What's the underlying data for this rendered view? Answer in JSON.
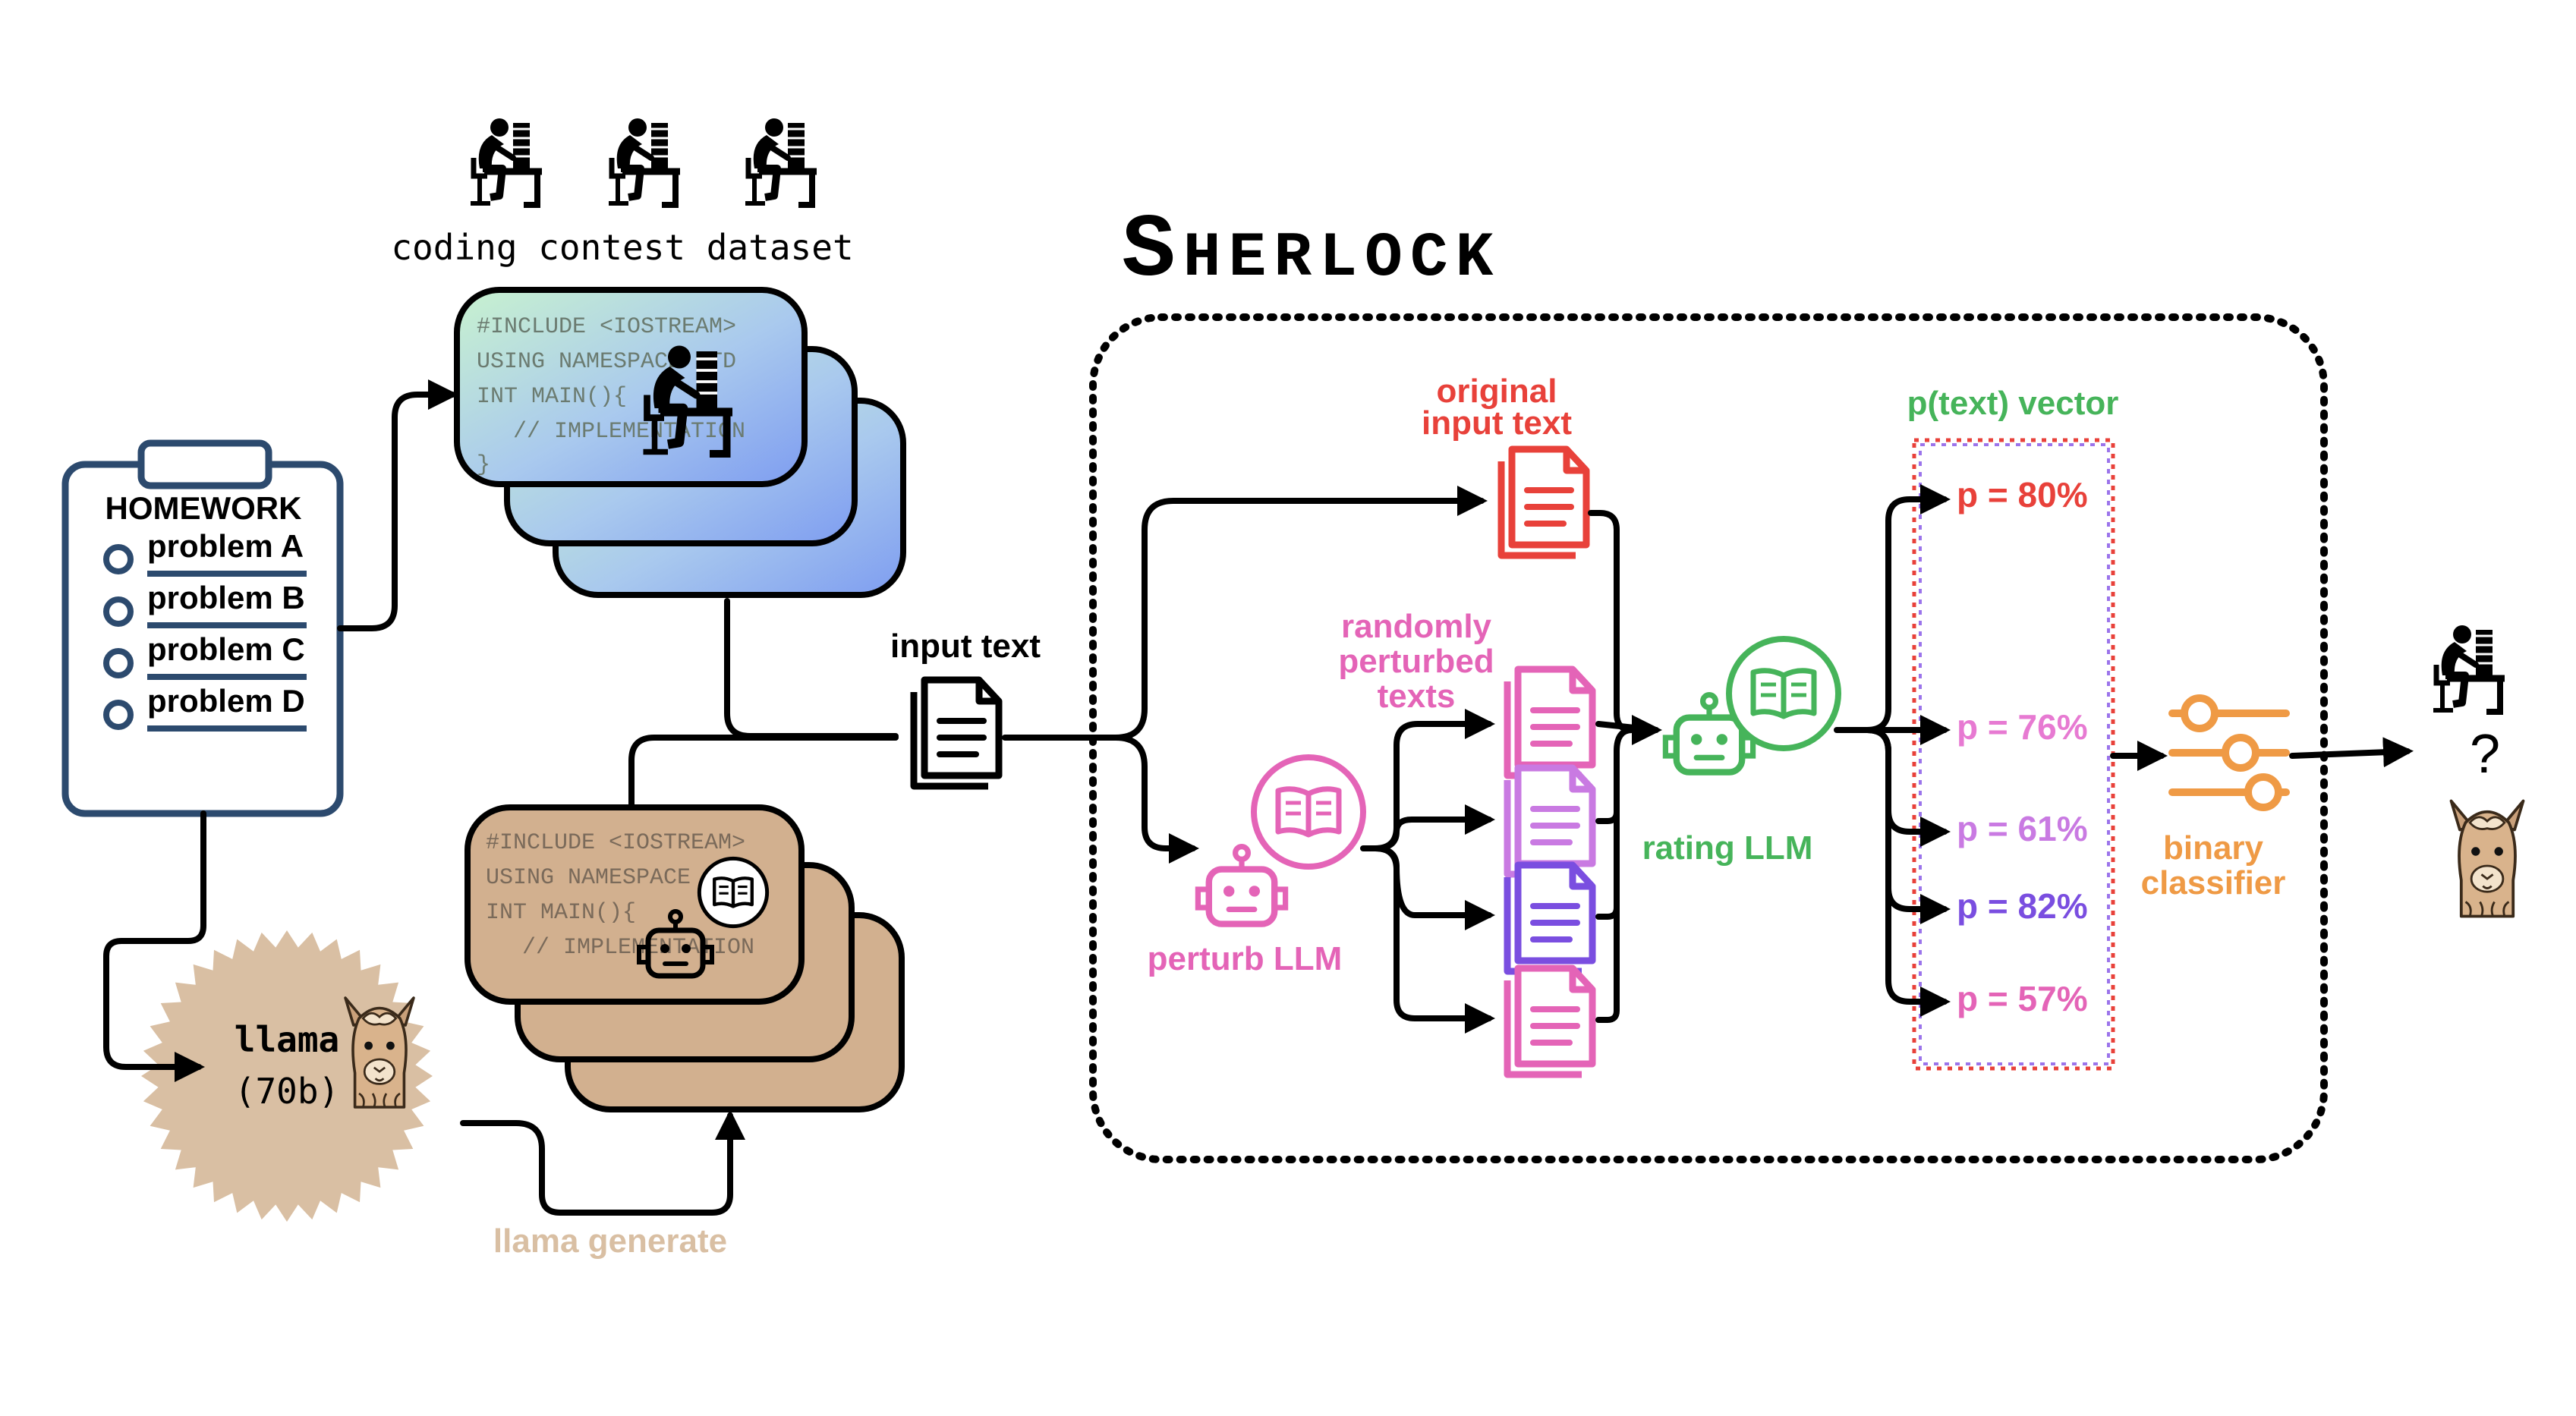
{
  "title": "Sherlock",
  "dataset_label": "coding contest dataset",
  "homework": {
    "title": "HOMEWORK",
    "items": [
      "problem A",
      "problem B",
      "problem C",
      "problem D"
    ]
  },
  "code_lines": [
    "#INCLUDE <IOSTREAM>",
    "USING NAMESPACE STD",
    "INT MAIN(){",
    "// IMPLEMENTATION",
    "}"
  ],
  "llama_badge": {
    "name": "llama",
    "size": "(70b)"
  },
  "llama_generate_label": "llama generate",
  "input_text_label": "input text",
  "original_input_label": [
    "original",
    "input text"
  ],
  "randomly_perturbed_label": [
    "randomly",
    "perturbed",
    "texts"
  ],
  "perturb_llm_label": "perturb LLM",
  "rating_llm_label": "rating LLM",
  "ptext_vector_label": "p(text) vector",
  "probabilities": [
    {
      "text": "p = 80%",
      "value": 80,
      "color": "#e8413a"
    },
    {
      "text": "p = 76%",
      "value": 76,
      "color": "#e77ad2"
    },
    {
      "text": "p = 61%",
      "value": 61,
      "color": "#c97ae2"
    },
    {
      "text": "p = 82%",
      "value": 82,
      "color": "#7a4ee0"
    },
    {
      "text": "p = 57%",
      "value": 57,
      "color": "#e464b7"
    }
  ],
  "binary_classifier_label": [
    "binary",
    "classifier"
  ],
  "question_mark": "?",
  "colors": {
    "navy": "#2c4a6e",
    "red": "#e8413a",
    "pink": "#e464b7",
    "green": "#46b45a",
    "orange": "#ef9a45",
    "tan": "#d2b08f",
    "purple": "#8a5ce8"
  }
}
